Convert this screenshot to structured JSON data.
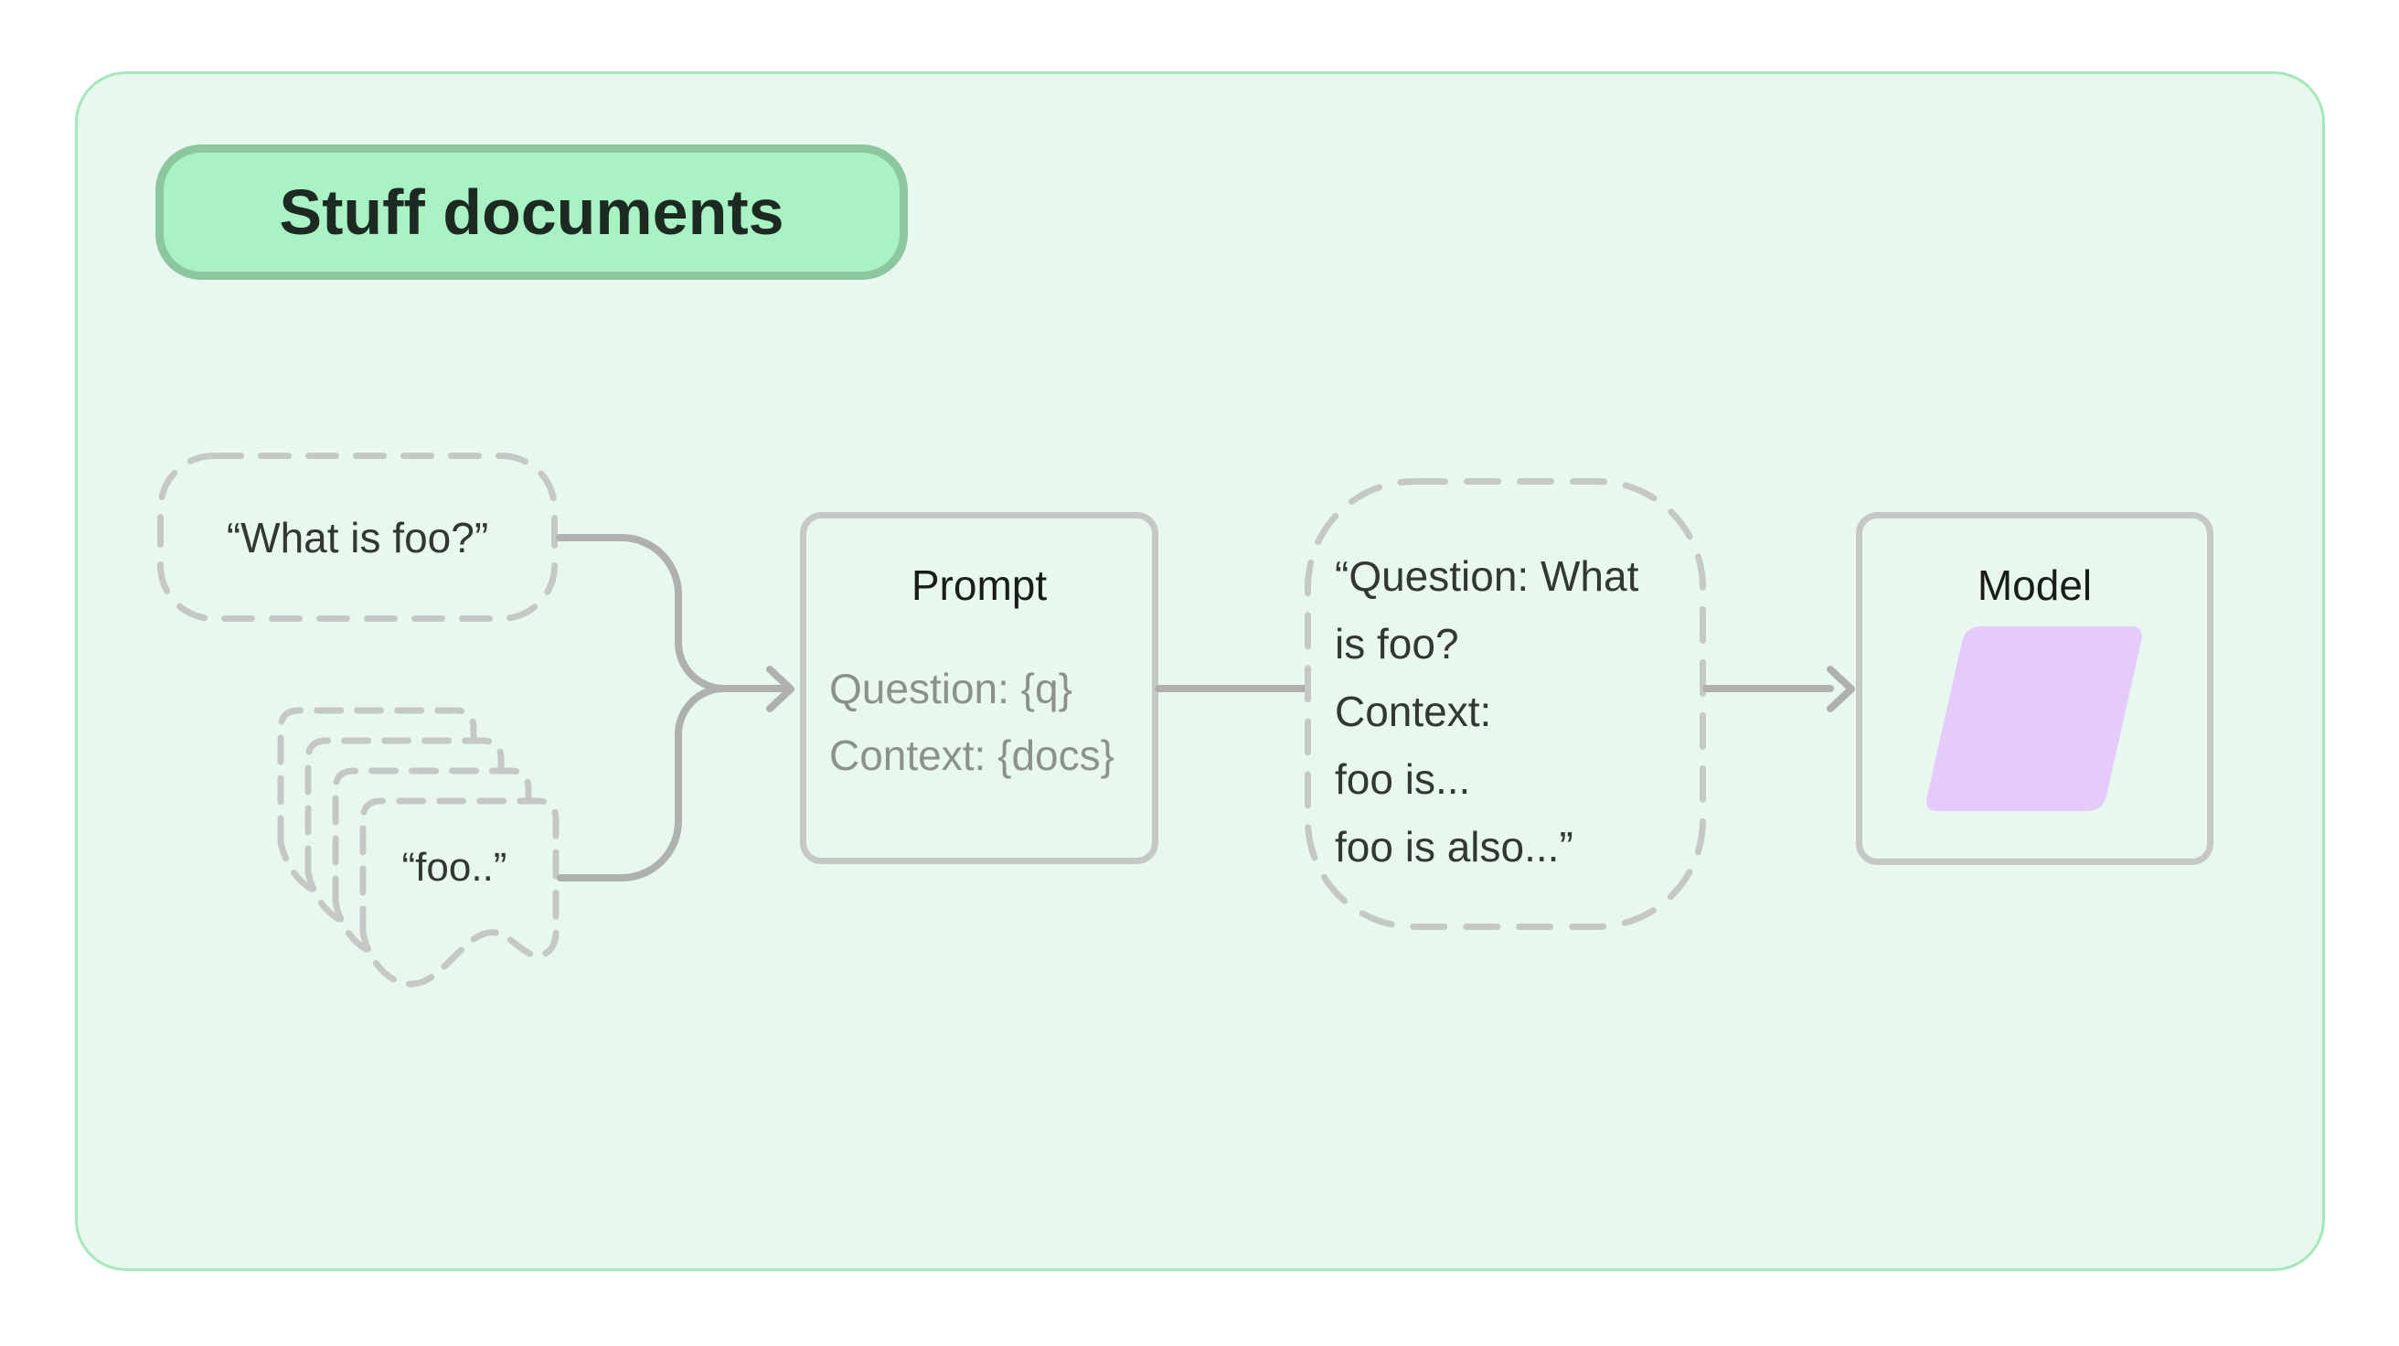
{
  "diagram": {
    "title_badge": {
      "label": "Stuff documents"
    },
    "nodes": {
      "question_bubble": {
        "text": "“What is foo?”"
      },
      "documents_stack": {
        "text": "“foo..”",
        "count": 4
      },
      "prompt": {
        "title": "Prompt",
        "template_lines": [
          "Question: {q}",
          "Context: {docs}"
        ]
      },
      "merged_prompt": {
        "lines": [
          "“Question: What",
          "is foo?",
          "Context:",
          "foo is...",
          "foo is also...”"
        ]
      },
      "model": {
        "title": "Model"
      }
    },
    "flow": [
      "question_bubble -> prompt",
      "documents_stack -> prompt",
      "prompt -> merged_prompt",
      "merged_prompt -> model"
    ],
    "colors": {
      "page_bg": "#ffffff",
      "card_bg": "#e9f8ee",
      "card_border": "#a5e8bc",
      "badge_bg": "#a9f2c4",
      "badge_border": "#8cc7a0",
      "badge_text": "#1c2a21",
      "dashed_outline": "#c5c9c5",
      "solid_box_border": "#c5c9c5",
      "connector": "#afb1af",
      "dark_text": "#31382f",
      "muted_text": "#8b918c",
      "model_shape_fill": "#e5cbf9"
    }
  }
}
